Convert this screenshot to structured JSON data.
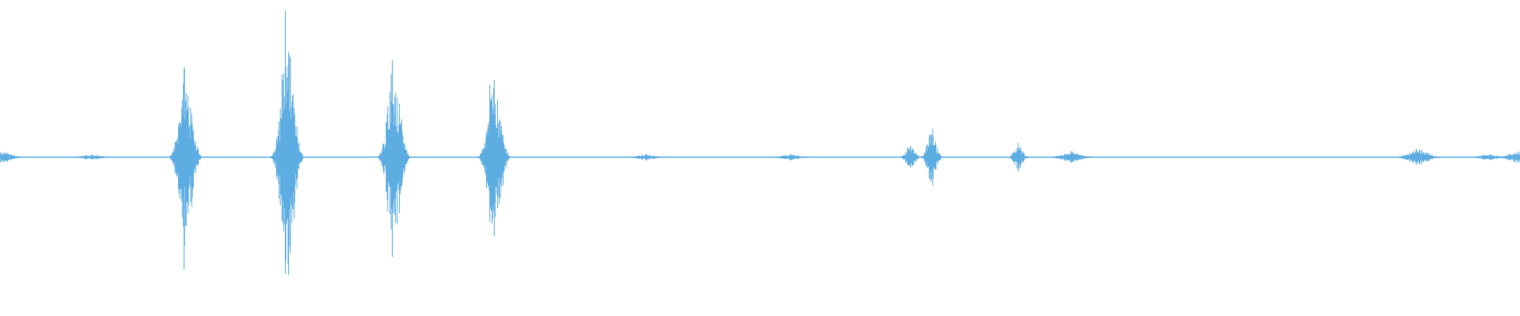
{
  "waveform": {
    "color": "#5dade2",
    "background": "#ffffff",
    "bursts": [
      {
        "center": 0.0015,
        "amplitude": 0.02
      },
      {
        "center": 0.06,
        "amplitude": 0.01
      },
      {
        "center": 0.121,
        "amplitude": 0.34
      },
      {
        "center": 0.188,
        "amplitude": 0.49
      },
      {
        "center": 0.258,
        "amplitude": 0.36
      },
      {
        "center": 0.324,
        "amplitude": 0.33
      },
      {
        "center": 0.425,
        "amplitude": 0.01
      },
      {
        "center": 0.52,
        "amplitude": 0.01
      },
      {
        "center": 0.599,
        "amplitude": 0.05
      },
      {
        "center": 0.613,
        "amplitude": 0.11
      },
      {
        "center": 0.67,
        "amplitude": 0.05
      },
      {
        "center": 0.705,
        "amplitude": 0.02
      },
      {
        "center": 0.933,
        "amplitude": 0.03
      },
      {
        "center": 0.979,
        "amplitude": 0.01
      },
      {
        "center": 0.9985,
        "amplitude": 0.02
      }
    ]
  }
}
